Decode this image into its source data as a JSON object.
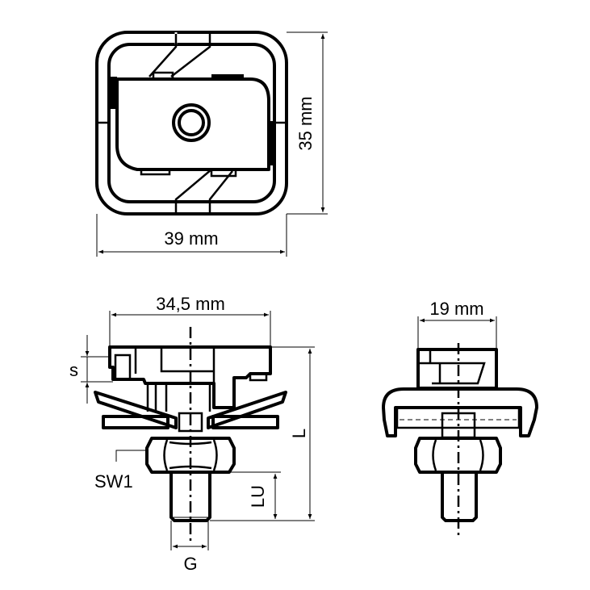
{
  "drawing": {
    "top_view": {
      "height_label": "35 mm",
      "width_label": "39 mm"
    },
    "front_view": {
      "width_label": "34,5 mm",
      "s_label": "s",
      "sw_label": "SW1",
      "lu_label": "LU",
      "l_label": "L",
      "g_label": "G"
    },
    "side_view": {
      "width_label": "19 mm"
    },
    "colors": {
      "line": "#000000",
      "background": "#ffffff"
    }
  }
}
